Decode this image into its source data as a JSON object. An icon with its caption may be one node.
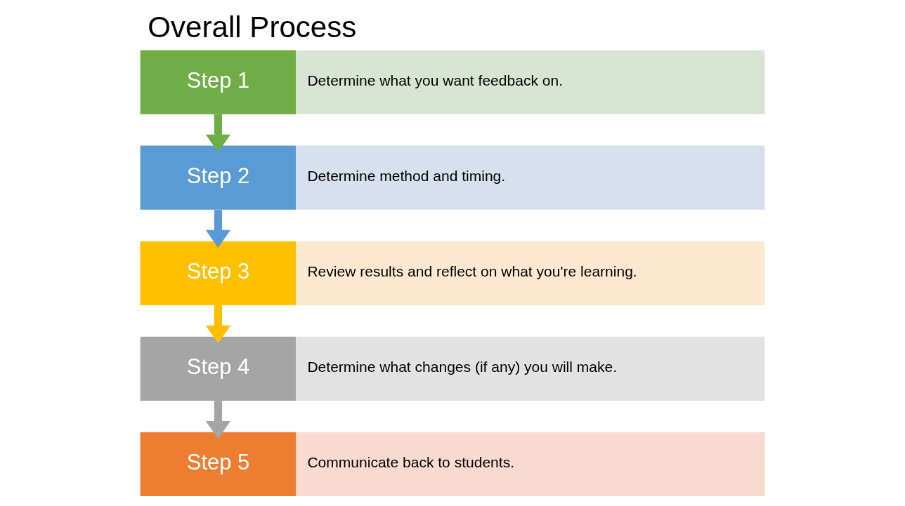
{
  "diagram": {
    "title": "Overall Process",
    "nodes": [
      {
        "text": [
          "Step 1"
        ]
      },
      {
        "text": [
          "Determine what you want feedback on."
        ]
      },
      {
        "text": [
          "Step 2"
        ]
      },
      {
        "text": [
          "Determine method and timing."
        ]
      },
      {
        "text": [
          "Step 3"
        ]
      },
      {
        "text": [
          "Review results and reflect on what you're learning."
        ]
      },
      {
        "text": [
          "Step 4"
        ]
      },
      {
        "text": [
          "Determine what changes (if any) you will make."
        ]
      },
      {
        "text": [
          "Step 5"
        ]
      },
      {
        "text": [
          "Communicate back to students."
        ]
      }
    ],
    "edges": [
      {
        "from": 0,
        "to": 2,
        "arrow": "to",
        "color": "#70ad47"
      },
      {
        "from": 2,
        "to": 4,
        "arrow": "to",
        "color": "#5b9bd5"
      },
      {
        "from": 4,
        "to": 6,
        "arrow": "to",
        "color": "#ffc000"
      },
      {
        "from": 6,
        "to": 8,
        "arrow": "to",
        "color": "#a5a5a5"
      }
    ]
  }
}
